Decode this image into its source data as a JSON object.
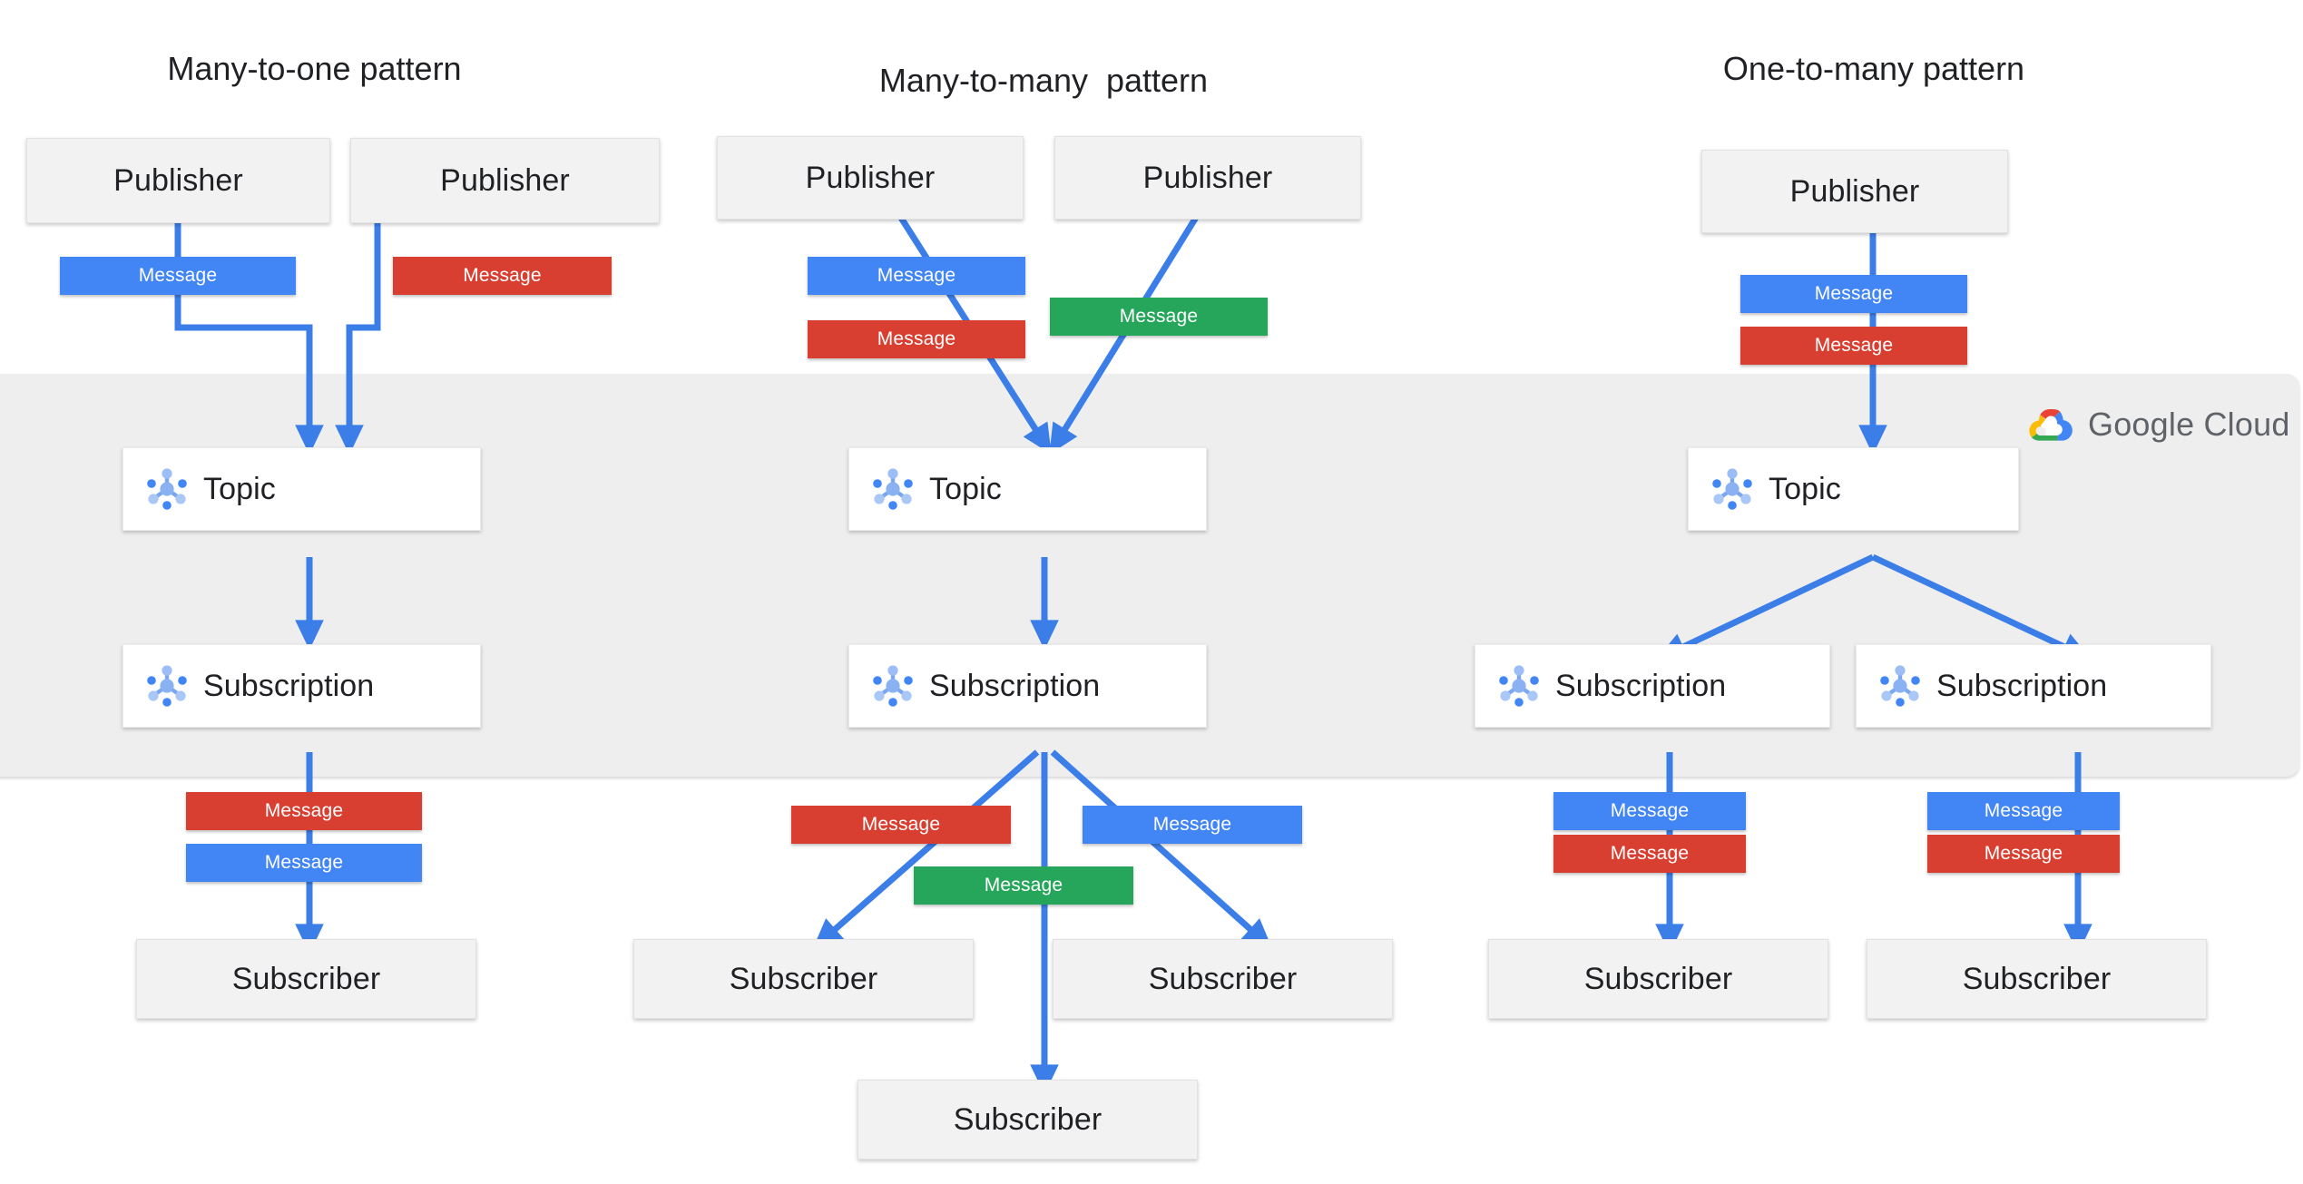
{
  "diagram": {
    "title_left": "Many-to-one pattern",
    "title_mid": "Many-to-many  pattern",
    "title_right": "One-to-many pattern",
    "brand": {
      "name": "Google Cloud",
      "mark": "google-cloud-logo",
      "colors": {
        "red": "#ea4335",
        "blue": "#4285f4",
        "green": "#34a853",
        "yellow": "#fbbc04",
        "text": "#5f6368"
      }
    },
    "band": {
      "label": "google-cloud-managed-region",
      "fill": "#eeeeee"
    },
    "palette": {
      "message_blue": "#4285f4",
      "message_red": "#d93f31",
      "message_green": "#26a65b",
      "arrow_blue": "#3c7ee8",
      "node_grey": "#f2f2f2",
      "node_white": "#ffffff",
      "text": "#202124"
    },
    "labels": {
      "publisher": "Publisher",
      "subscriber": "Subscriber",
      "topic": "Topic",
      "subscription": "Subscription",
      "message": "Message"
    },
    "columns": [
      {
        "id": "many-to-one",
        "title": "Many-to-one pattern",
        "publishers": [
          {
            "label": "Publisher",
            "messages": [
              {
                "label": "Message",
                "color": "blue"
              }
            ]
          },
          {
            "label": "Publisher",
            "messages": [
              {
                "label": "Message",
                "color": "red"
              }
            ]
          }
        ],
        "topics": [
          {
            "label": "Topic"
          }
        ],
        "subscriptions": [
          {
            "label": "Subscription"
          }
        ],
        "delivery_messages": [
          {
            "label": "Message",
            "color": "red"
          },
          {
            "label": "Message",
            "color": "blue"
          }
        ],
        "subscribers": [
          {
            "label": "Subscriber"
          }
        ]
      },
      {
        "id": "many-to-many",
        "title": "Many-to-many  pattern",
        "publishers": [
          {
            "label": "Publisher",
            "messages": [
              {
                "label": "Message",
                "color": "blue"
              },
              {
                "label": "Message",
                "color": "red"
              }
            ]
          },
          {
            "label": "Publisher",
            "messages": [
              {
                "label": "Message",
                "color": "green"
              }
            ]
          }
        ],
        "topics": [
          {
            "label": "Topic"
          }
        ],
        "subscriptions": [
          {
            "label": "Subscription"
          }
        ],
        "delivery_messages": [
          {
            "label": "Message",
            "color": "red"
          },
          {
            "label": "Message",
            "color": "blue"
          },
          {
            "label": "Message",
            "color": "green"
          }
        ],
        "subscribers": [
          {
            "label": "Subscriber"
          },
          {
            "label": "Subscriber"
          },
          {
            "label": "Subscriber"
          }
        ]
      },
      {
        "id": "one-to-many",
        "title": "One-to-many pattern",
        "publishers": [
          {
            "label": "Publisher",
            "messages": [
              {
                "label": "Message",
                "color": "blue"
              },
              {
                "label": "Message",
                "color": "red"
              }
            ]
          }
        ],
        "topics": [
          {
            "label": "Topic"
          }
        ],
        "subscriptions": [
          {
            "label": "Subscription"
          },
          {
            "label": "Subscription"
          }
        ],
        "delivery_messages": [
          {
            "label": "Message",
            "color": "blue"
          },
          {
            "label": "Message",
            "color": "red"
          },
          {
            "label": "Message",
            "color": "blue"
          },
          {
            "label": "Message",
            "color": "red"
          }
        ],
        "subscribers": [
          {
            "label": "Subscriber"
          },
          {
            "label": "Subscriber"
          }
        ]
      }
    ]
  }
}
